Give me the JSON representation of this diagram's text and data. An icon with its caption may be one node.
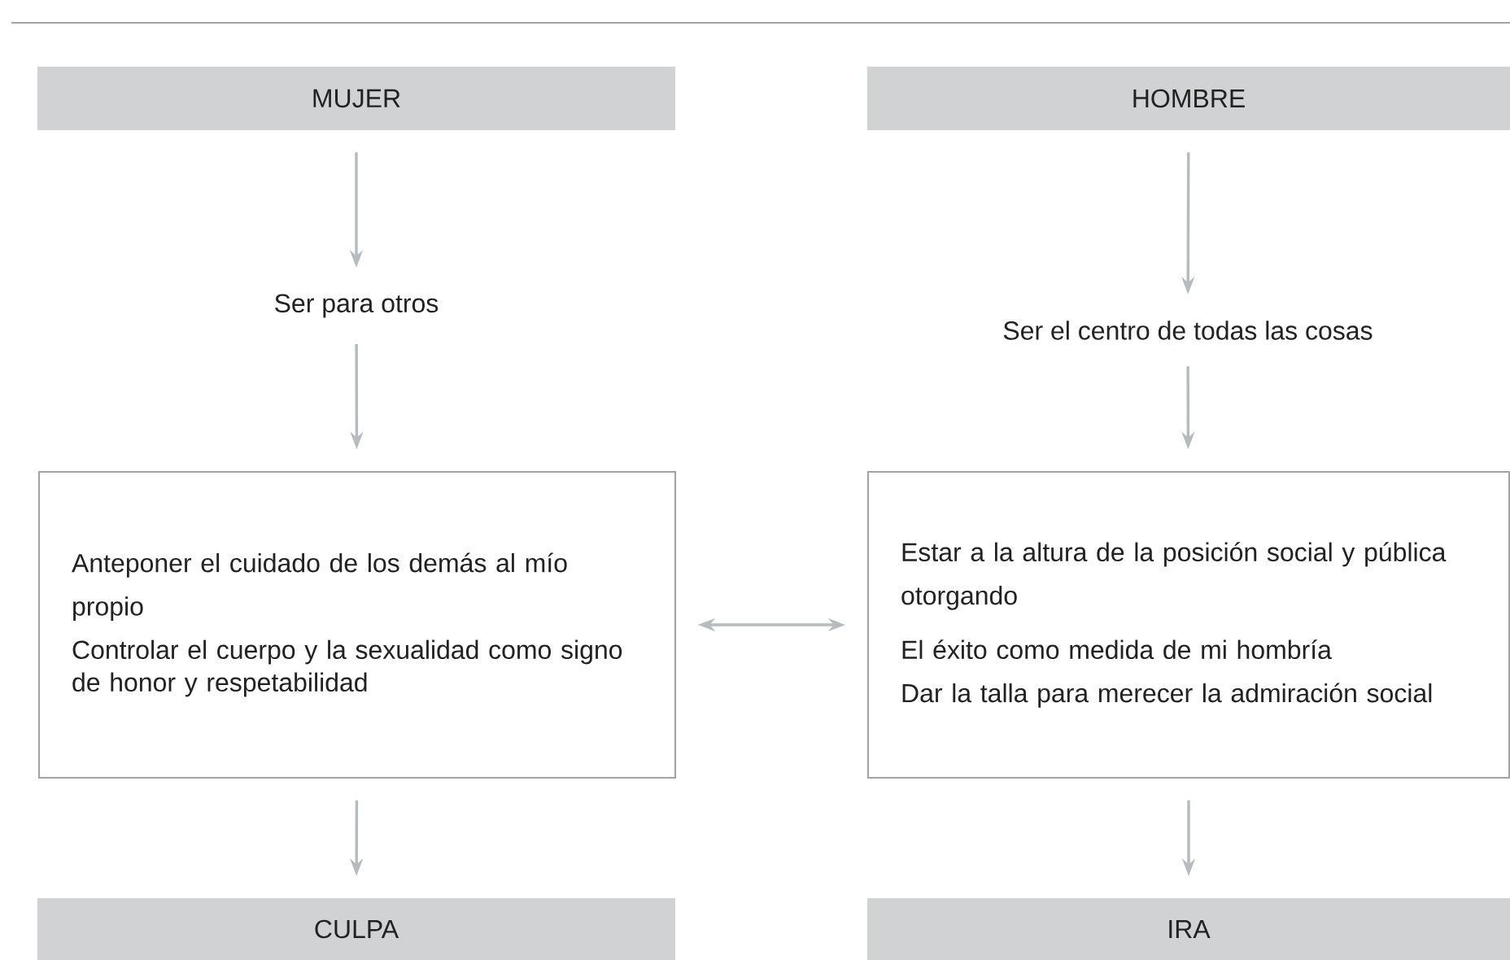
{
  "diagram": {
    "nodes": [
      {
        "text": [
          "MUJER"
        ]
      },
      {
        "text": [
          "HOMBRE"
        ]
      },
      {
        "text": [
          "Ser para otros"
        ]
      },
      {
        "text": [
          "Ser el centro de todas las cosas"
        ]
      },
      {
        "text": [
          "Anteponer el cuidado de los demás al mío propio",
          "Controlar el cuerpo y la sexualidad como signo de honor y respetabilidad"
        ]
      },
      {
        "text": [
          "Estar a la altura de la posición social y pública otorgando",
          "El éxito como medida de mi hombría",
          "Dar la talla para merecer la admiración social"
        ]
      },
      {
        "text": [
          "CULPA"
        ]
      },
      {
        "text": [
          "IRA"
        ]
      }
    ],
    "edges": [
      {
        "from": 0,
        "to": 2,
        "arrow": "to"
      },
      {
        "from": 2,
        "to": 4,
        "arrow": "to"
      },
      {
        "from": 1,
        "to": 3,
        "arrow": "to"
      },
      {
        "from": 3,
        "to": 5,
        "arrow": "to"
      },
      {
        "from": 4,
        "to": 5,
        "arrow": "both"
      },
      {
        "from": 4,
        "to": 6,
        "arrow": "to"
      },
      {
        "from": 5,
        "to": 7,
        "arrow": "to"
      }
    ]
  }
}
